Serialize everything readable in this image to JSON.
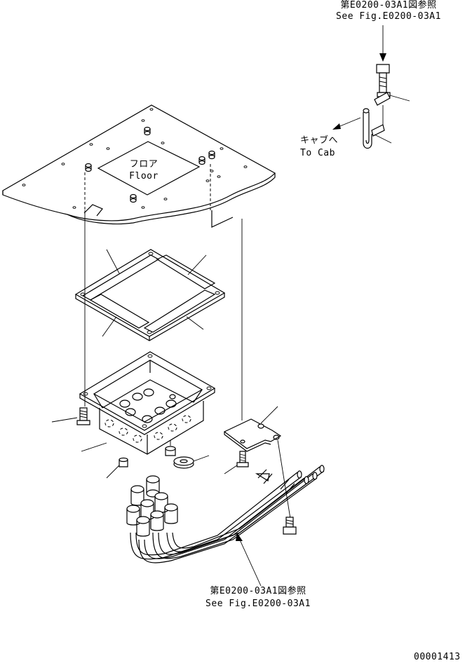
{
  "references": {
    "top": {
      "jp": "第E0200-03A1図参照",
      "en": "See Fig.E0200-03A1"
    },
    "cab": {
      "jp": "キャブへ",
      "en": "To Cab"
    },
    "bottom": {
      "jp": "第E0200-03A1図参照",
      "en": "See Fig.E0200-03A1"
    }
  },
  "floor_label": {
    "jp": "フロア",
    "en": "Floor"
  },
  "drawing_number": "00001413"
}
